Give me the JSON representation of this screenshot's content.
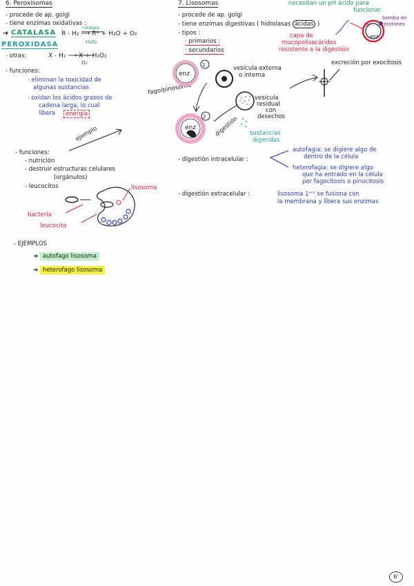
{
  "left": {
    "heading": "6. Peroxisomas",
    "line1": "- procede de ap. golgi",
    "line2": "- tiene enzimas oxidativas :",
    "catalasa": "CATALASA",
    "reaction1": "R - H₂ ⟶ R* + H₂O + O₂",
    "catalasa_small": "catalasa",
    "h2o2": "H₂O₂",
    "peroxidasa": "PEROXIDASA",
    "otras": "- otras:",
    "reaction2": "X - H₂ ⟶ X + H₂O₂",
    "o2": "O₂",
    "funciones_head": "- funciones:",
    "f1a": "eliminan la toxicidad de",
    "f1b": "algunas sustancias",
    "f2a": "oxidan los ácidos grasos de",
    "f2b": "cadena larga, lo cual",
    "f2c": "libera",
    "energia": "energía",
    "ejemplo": "ejemplo",
    "funciones2_head": "- funciones:",
    "nutricion": "- nutrición",
    "destruir": "- destruir estructuras celulares",
    "organulos": "(orgánulos)",
    "leucocitos": "- leucocitos",
    "lisosoma_label": "lisosoma",
    "bacteria_label": "bacteria",
    "leucocito_label": "leucocito",
    "ejemplos_head": "- EJEMPLOS",
    "ej1": "autofago lisosoma",
    "ej2": "heterofago lisosoma"
  },
  "right": {
    "heading": "7. Lisosomas",
    "line1": "- procede de ap. golgi",
    "line2": "- tiene enzimas digestivas ( hidrolasas",
    "acidas": "ácidas",
    "tipos": "- tipos :",
    "primarios": "· primarios :",
    "secundarios": "· secundarios",
    "top_note1": "necesitan un pH ácido para",
    "top_note2": "funcionar.",
    "hplus": "H⁺",
    "bomba1": "bomba de",
    "bomba2": "protones",
    "capa1": "capa de",
    "capa2": "mucopolisacáridos",
    "capa3": "resistente a la digestión",
    "enz": "enz",
    "enz_small": "enz",
    "circle1": "1",
    "circle2": "2",
    "vesicula_ext1": "vesícula externa",
    "vesicula_ext2": "o interna",
    "fago": "fago/pinosoma",
    "vesicula_res1": "vesícula",
    "vesicula_res2": "residual",
    "vesicula_res3": "con",
    "vesicula_res4": "desechos",
    "digestion_label": "digestión",
    "sust1": "sustancias",
    "sust2": "digeridas",
    "excrecion": "excreción por exocitosis",
    "intra": "- digestión intracelular :",
    "auto1": "autofagia: se digiere algo de",
    "auto2": "dentro de la célula",
    "hetero1": "heterofagia: se digiere algo",
    "hetero2": "que ha entrado en la célula",
    "hetero3": "por fagocitosis o pinocitosis",
    "extra": "- digestión extracelular :",
    "extra1": "lisosoma 1ᵉʳᵒ se fusiona con",
    "extra2": "la membrana y libera sus enzimas"
  },
  "page_number": "6'"
}
